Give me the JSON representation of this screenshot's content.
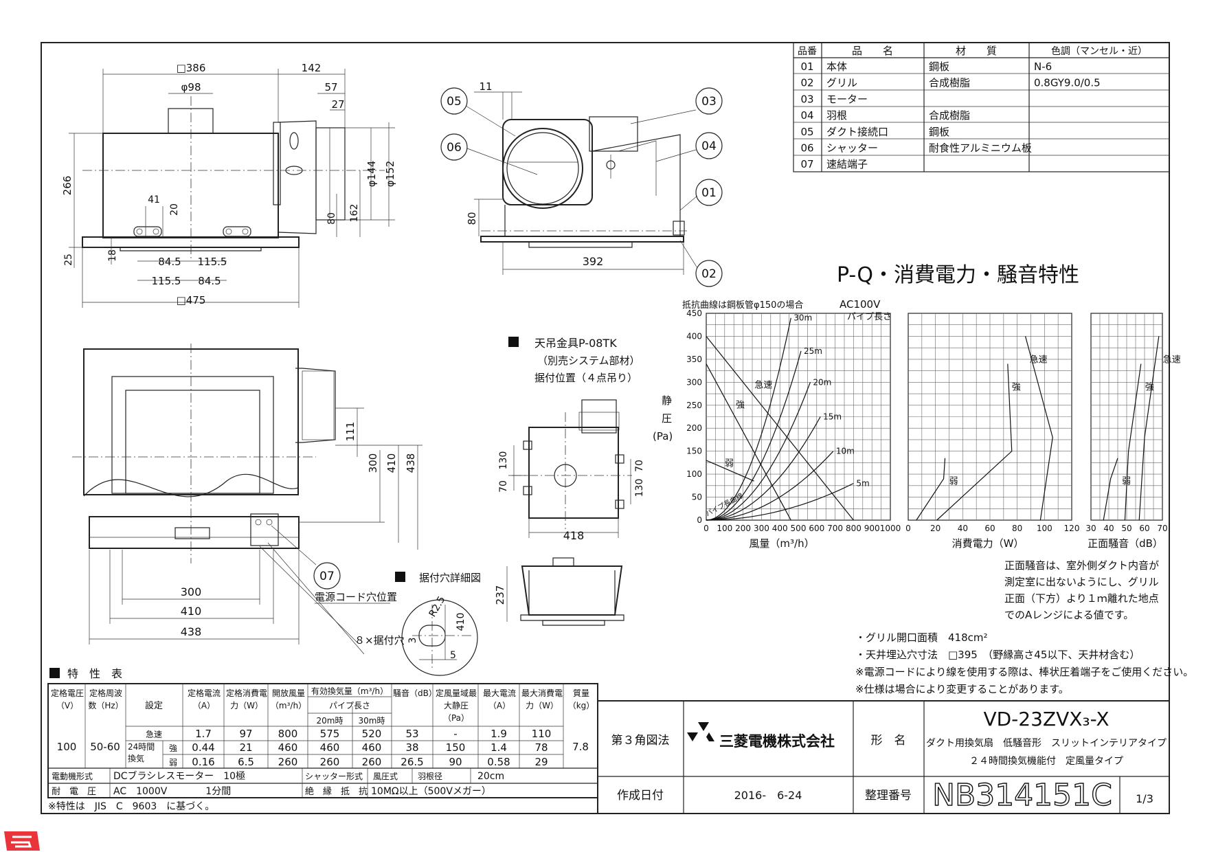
{
  "parts_table": {
    "headers": [
      "品番",
      "品　　名",
      "材　　質",
      "色調（マンセル・近）"
    ],
    "rows": [
      [
        "01",
        "本体",
        "鋼板",
        "N-6"
      ],
      [
        "02",
        "グリル",
        "合成樹脂",
        "0.8GY9.0/0.5"
      ],
      [
        "03",
        "モーター",
        "",
        ""
      ],
      [
        "04",
        "羽根",
        "合成樹脂",
        ""
      ],
      [
        "05",
        "ダクト接続口",
        "鋼板",
        ""
      ],
      [
        "06",
        "シャッター",
        "耐食性アルミニウム板",
        ""
      ],
      [
        "07",
        "速結端子",
        "",
        ""
      ]
    ]
  },
  "dims": {
    "top": [
      "□386",
      "142",
      "φ98",
      "57",
      "27",
      "φ144",
      "φ152",
      "266",
      "41",
      "20",
      "80",
      "162",
      "25",
      "18",
      "84.5",
      "115.5",
      "115.5",
      "84.5",
      "□475"
    ],
    "side": [
      "11",
      "80",
      "392"
    ],
    "bottom": [
      "111",
      "300",
      "410",
      "438",
      "300",
      "410",
      "438"
    ],
    "bracket": [
      "70",
      "130",
      "130",
      "70",
      "418",
      "237"
    ],
    "detail": [
      "3",
      "R2.5",
      "410",
      "5"
    ]
  },
  "callouts": [
    "05",
    "06",
    "03",
    "04",
    "01",
    "02",
    "07"
  ],
  "labels": {
    "bracket_title": "天吊金具P-08TK",
    "bracket_sub1": "（別売システム部材）",
    "bracket_sub2": "据付位置（４点吊り）",
    "detail_title": "据付穴詳細図",
    "cord": "電源コード穴位置",
    "holes": "８×据付穴"
  },
  "chart_data": {
    "type": "line",
    "title": "P-Q・消費電力・騒音特性",
    "note_top": "抵抗曲線は鋼板管φ150の場合",
    "voltage": "AC100V",
    "pipe_label": "パイプ長さ",
    "pipe_bottom": "パイプ長曲線",
    "ylabel_chars": [
      "静",
      "圧",
      "(Pa)"
    ],
    "pq": {
      "xlabel": "風量（m³/h）",
      "xticks": [
        0,
        100,
        200,
        300,
        400,
        500,
        600,
        700,
        800,
        900,
        1000
      ],
      "yticks": [
        0,
        50,
        100,
        150,
        200,
        250,
        300,
        350,
        400,
        450
      ],
      "xlim": [
        0,
        1000
      ],
      "ylim": [
        0,
        450
      ],
      "series": [
        {
          "name": "急速",
          "x": [
            0,
            800
          ],
          "y": [
            400,
            0
          ]
        },
        {
          "name": "強",
          "x": [
            0,
            460
          ],
          "y": [
            340,
            0
          ]
        },
        {
          "name": "弱",
          "x": [
            0,
            260
          ],
          "y": [
            130,
            85
          ]
        }
      ],
      "pipe_lengths": [
        "30m",
        "25m",
        "20m",
        "15m",
        "10m",
        "5m"
      ]
    },
    "power": {
      "xlabel": "消費電力（W）",
      "xticks": [
        0,
        20,
        40,
        60,
        80,
        100,
        120
      ],
      "xlim": [
        0,
        120
      ],
      "series": [
        {
          "name": "急速",
          "x": [
            86,
            106,
            97
          ],
          "y": [
            400,
            180,
            0
          ]
        },
        {
          "name": "強",
          "x": [
            73,
            76,
            21
          ],
          "y": [
            340,
            150,
            0
          ]
        },
        {
          "name": "弱",
          "x": [
            27,
            26,
            6
          ],
          "y": [
            135,
            90,
            0
          ]
        }
      ]
    },
    "noise": {
      "xlabel": "正面騒音（dB）",
      "xticks": [
        30,
        40,
        50,
        60,
        70
      ],
      "xlim": [
        30,
        70
      ],
      "series": [
        {
          "name": "急速",
          "x": [
            68,
            60,
            57
          ],
          "y": [
            400,
            180,
            0
          ]
        },
        {
          "name": "強",
          "x": [
            58,
            51,
            49
          ],
          "y": [
            340,
            150,
            0
          ]
        },
        {
          "name": "弱",
          "x": [
            45,
            41,
            37
          ],
          "y": [
            135,
            90,
            0
          ]
        }
      ]
    }
  },
  "notes_right": [
    "正面騒音は、室外側ダクト内音が",
    "測定室に出ないようにし、グリル",
    "正面（下方）より１ｍ離れた地点",
    "でのAレンジによる値です。"
  ],
  "notes_bottom": [
    "・グリル開口面積　418cm²",
    "・天井埋込穴寸法　□395　（野縁高さ45以下、天井材含む）",
    "※電源コードにより線を使用する際は、棒状圧着端子をご使用ください。",
    "※仕様は場合により変更することがあります。"
  ],
  "spec": {
    "title": "特　性　表",
    "h_volt": "定格電圧（V）",
    "h_freq": "定格周波数（Hz）",
    "h_set": "設定",
    "h_amp": "定格電流（A）",
    "h_pow": "定格消費電力（W）",
    "h_flow": "開放風量（m³/h）",
    "h_eff": "有効換気量（m³/h）",
    "h_pipe": "パイプ長さ",
    "h_20": "20m時",
    "h_30": "30m時",
    "h_noise": "騒音（dB）",
    "h_sp": "定風量域最大静圧（Pa）",
    "h_max": "最大電流（A）",
    "h_maxp": "最大消費電力（W）",
    "h_mass": "質量（kg）",
    "volt": "100",
    "freq": "50-60",
    "mass": "7.8",
    "vent_label": "24時間換気",
    "rows": [
      [
        "急速",
        "1.7",
        "97",
        "800",
        "575",
        "520",
        "53",
        "-",
        "1.9",
        "110"
      ],
      [
        "強",
        "0.44",
        "21",
        "460",
        "460",
        "460",
        "38",
        "150",
        "1.4",
        "78"
      ],
      [
        "弱",
        "0.16",
        "6.5",
        "260",
        "260",
        "260",
        "26.5",
        "90",
        "0.58",
        "29"
      ]
    ],
    "motor_h": "電動機形式",
    "motor_v": "DCブラシレスモーター　10極",
    "shutter_h": "シャッター形式",
    "shutter_v": "風圧式",
    "fan_h": "羽根径",
    "fan_v": "20cm",
    "withstand_h": "耐　電　圧",
    "withstand_v": "AC　1000V　　　　1分間",
    "insul_h": "絶　縁　抵　抗",
    "insul_v": "10MΩ以上（500Vメガー）",
    "footnote": "※特性は　JIS　C　9603　に基づく。"
  },
  "title_block": {
    "projection": "第３角図法",
    "company": "三菱電機株式会社",
    "model_label": "形　名",
    "model": "VD-23ZVX₃-X",
    "desc1": "ダクト用換気扇　低騒音形　スリットインテリアタイプ",
    "desc2": "２４時間換気機能付　定風量タイプ",
    "date_label": "作成日付",
    "date": "2016-　6-24",
    "number_label": "整理番号",
    "number": "NB314151C",
    "sheet": "1/3"
  },
  "colors": {
    "logo_red": "#e8343a"
  }
}
